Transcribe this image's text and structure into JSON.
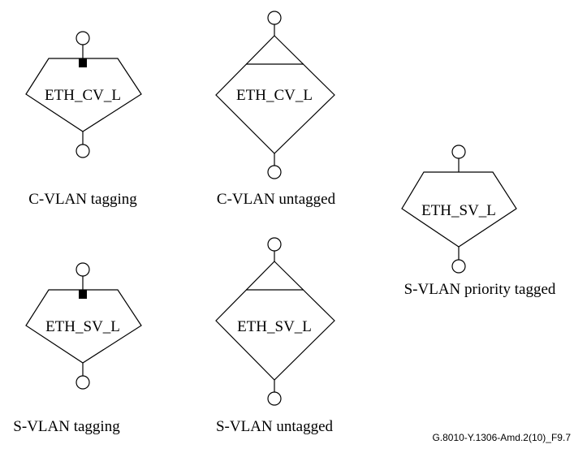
{
  "diagram": {
    "reference_id": "G.8010-Y.1306-Amd.2(10)_F9.7",
    "colors": {
      "stroke": "#000000",
      "background": "#ffffff"
    },
    "blocks": [
      {
        "id": "cvlan-tagging",
        "label": "ETH_CV_L",
        "caption": "C-VLAN tagging",
        "shape": "pentagon-with-marker"
      },
      {
        "id": "cvlan-untagged",
        "label": "ETH_CV_L",
        "caption": "C-VLAN untagged",
        "shape": "diamond-with-bar"
      },
      {
        "id": "svlan-priority-tagged",
        "label": "ETH_SV_L",
        "caption": "S-VLAN priority tagged",
        "shape": "pentagon"
      },
      {
        "id": "svlan-tagging",
        "label": "ETH_SV_L",
        "caption": "S-VLAN tagging",
        "shape": "pentagon-with-marker"
      },
      {
        "id": "svlan-untagged",
        "label": "ETH_SV_L",
        "caption": "S-VLAN untagged",
        "shape": "diamond-with-bar"
      }
    ]
  }
}
